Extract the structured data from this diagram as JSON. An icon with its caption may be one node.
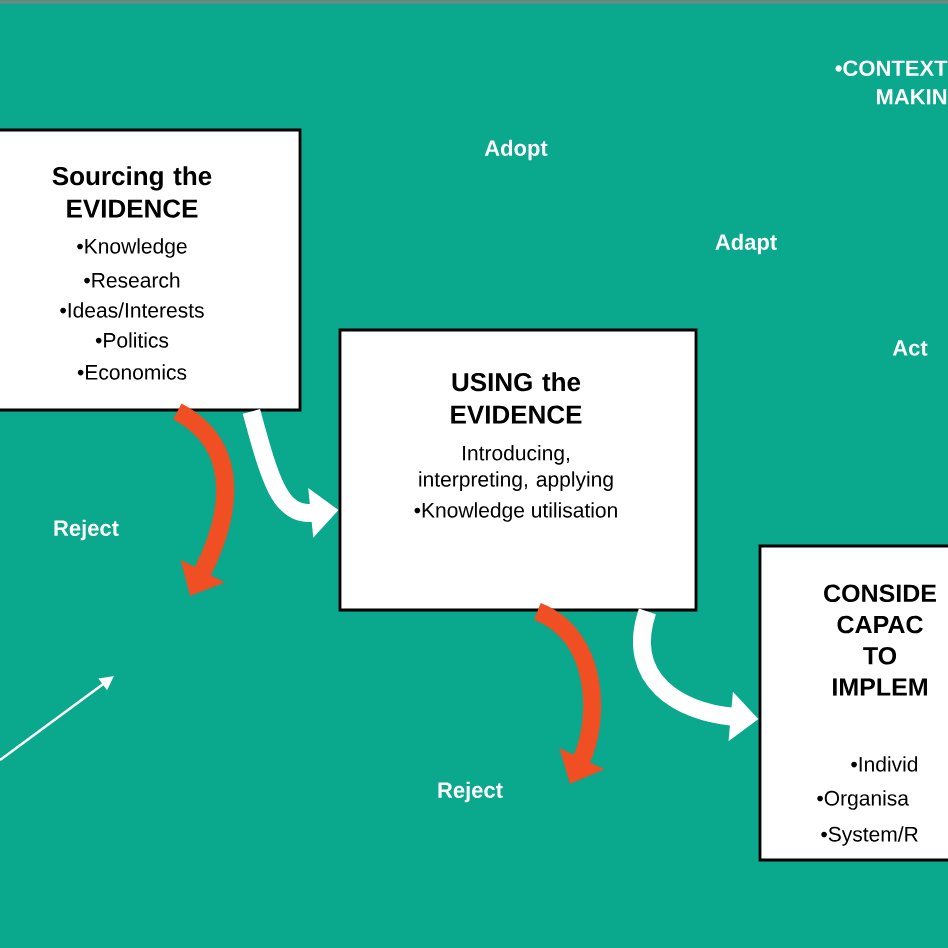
{
  "diagram": {
    "nodes": [
      {
        "text": [
          "Sourcing the EVIDENCE",
          "•Knowledge",
          "•Research",
          "•Ideas/Interests",
          "•Politics",
          "•Economics"
        ]
      },
      {
        "text": [
          "USING the EVIDENCE",
          "Introducing, interpreting, applying",
          "•Knowledge utilisation"
        ]
      },
      {
        "text": [
          "CONSIDE CAPAC TO IMPLEM",
          "•Individ",
          "•Organisa",
          "•System/R"
        ]
      }
    ],
    "edges": [
      {
        "from": 0,
        "to": 1,
        "arrow": "to",
        "color": "#ffffff"
      },
      {
        "from": 0,
        "to": null,
        "arrow": "to",
        "color": "#f04e23"
      },
      {
        "from": 1,
        "to": 2,
        "arrow": "to",
        "color": "#ffffff"
      },
      {
        "from": 1,
        "to": null,
        "arrow": "to",
        "color": "#f04e23"
      }
    ],
    "labels": [
      "•CONTEXT MAKIN",
      "Adopt",
      "Adapt",
      "Act",
      "Reject",
      "Reject"
    ]
  }
}
